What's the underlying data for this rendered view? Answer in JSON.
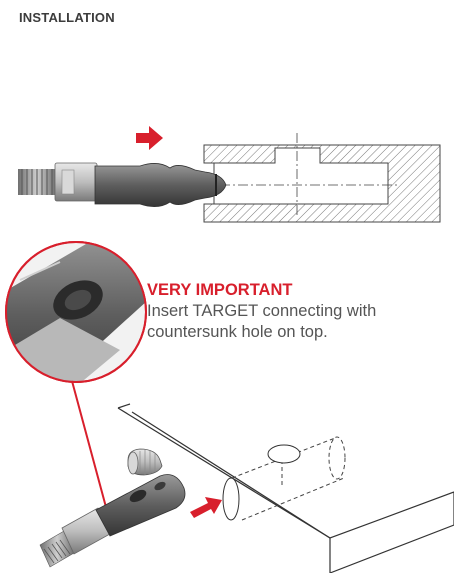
{
  "page": {
    "heading": "INSTALLATION"
  },
  "notice": {
    "title": "VERY IMPORTANT",
    "body_line_1": "Insert TARGET connecting with",
    "body_line_2": "countersunk hole on top."
  },
  "colors": {
    "accent_red": "#d81f2c",
    "text_dark": "#3c3c3c",
    "text_body": "#555555"
  },
  "illustrations": {
    "top": "connector-insertion-cross-section",
    "detail": "countersunk-hole-magnified",
    "bottom": "panel-assembly-perspective"
  }
}
